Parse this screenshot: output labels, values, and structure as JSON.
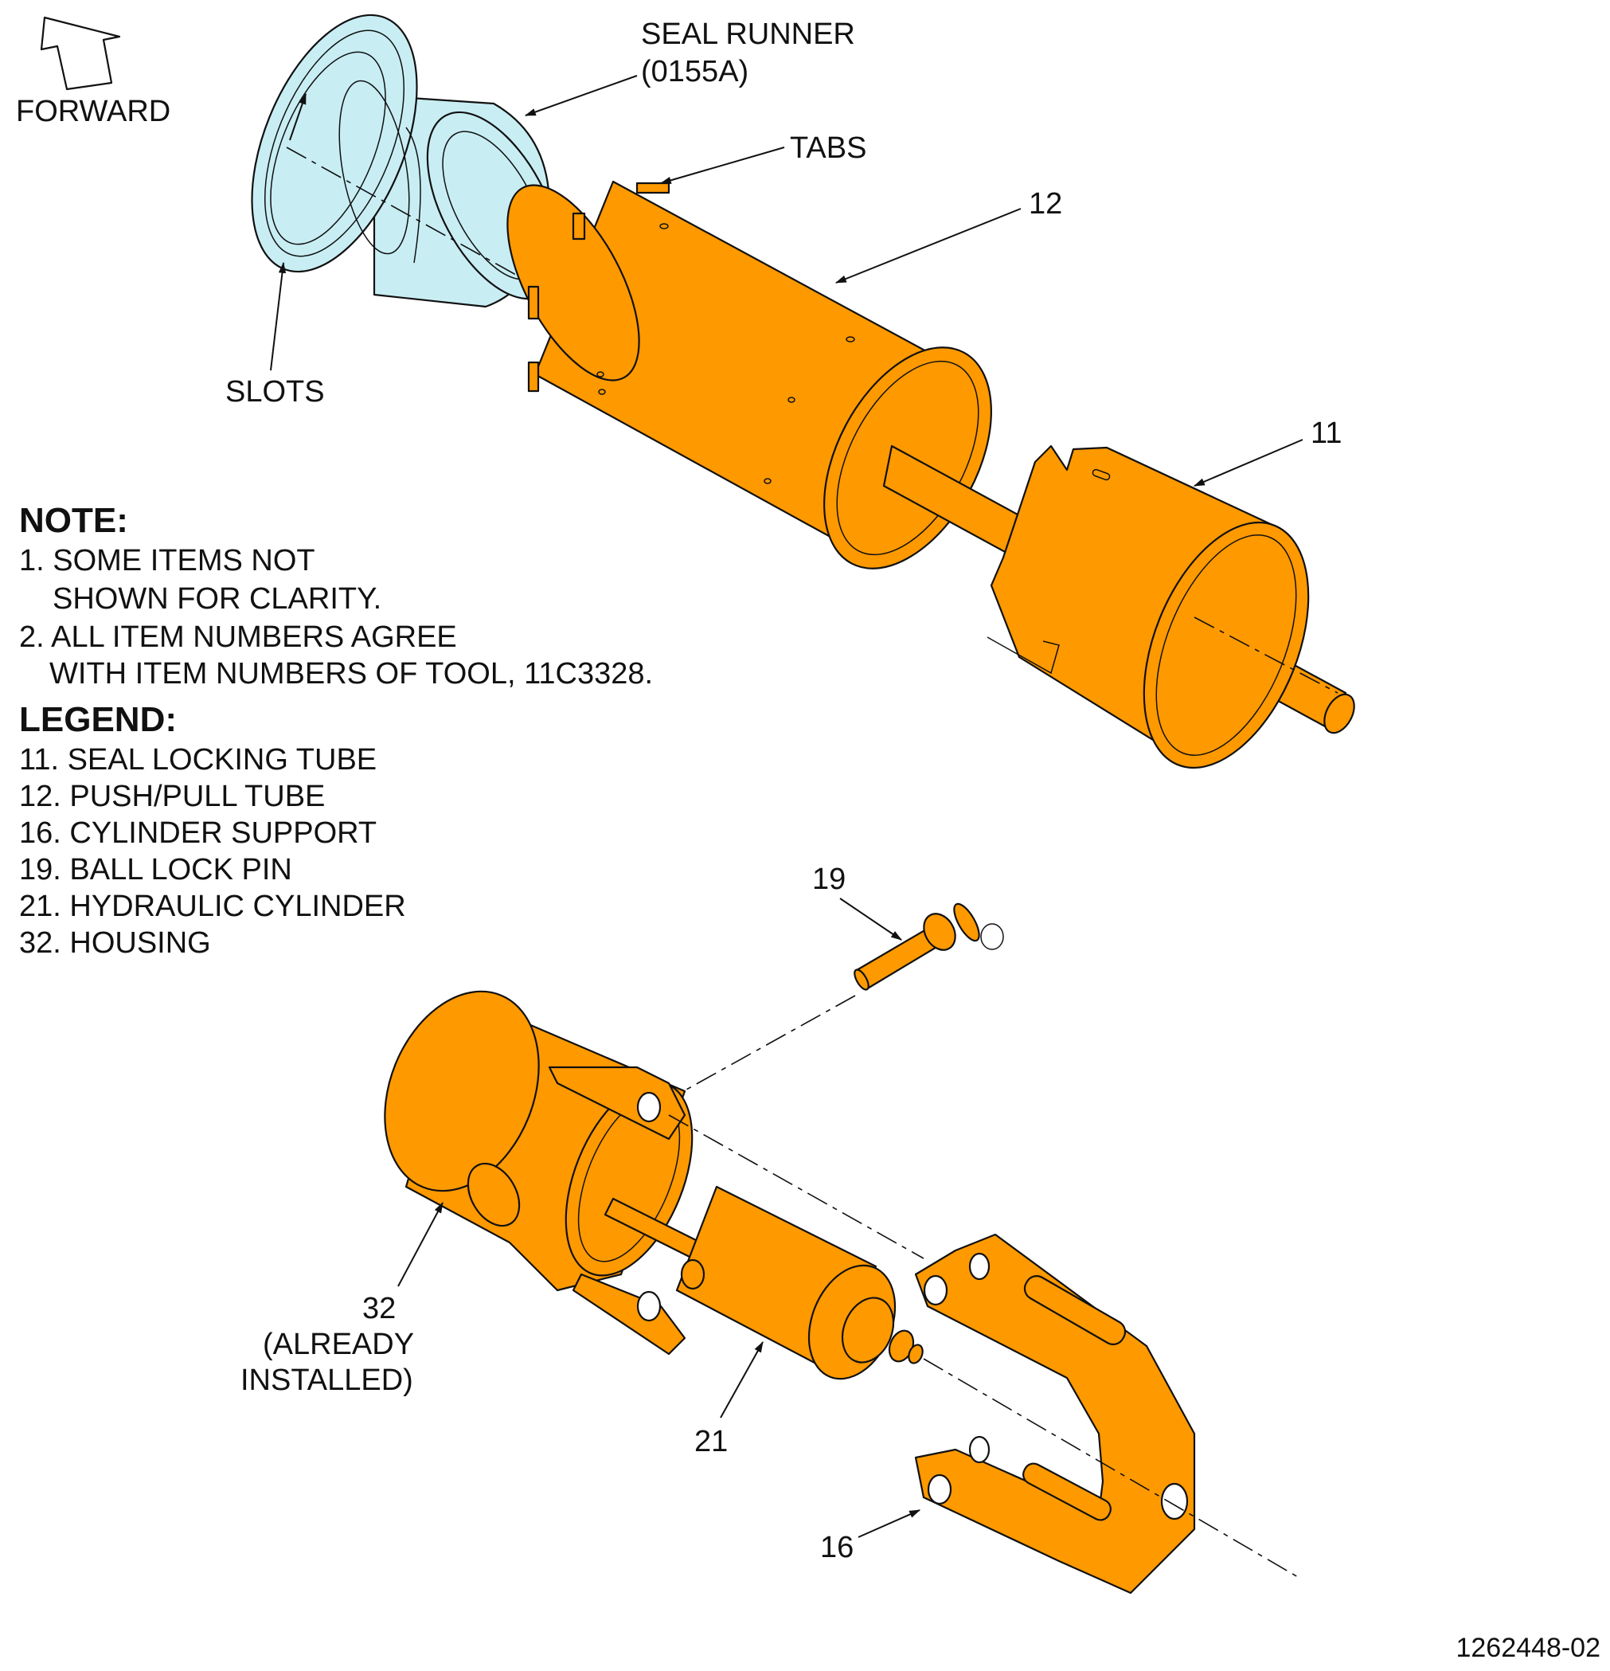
{
  "colors": {
    "part": "#ff9900",
    "seal_runner": "#c8eef4",
    "line": "#111111"
  },
  "forward_label": "FORWARD",
  "callouts": {
    "seal_runner": [
      "SEAL RUNNER",
      "(0155A)"
    ],
    "tabs": "TABS",
    "slots": "SLOTS",
    "item_12": "12",
    "item_11": "11",
    "item_19": "19",
    "item_32": [
      "32",
      "(ALREADY",
      "INSTALLED)"
    ],
    "item_21": "21",
    "item_16": "16"
  },
  "note": {
    "heading": "NOTE:",
    "lines": [
      "1. SOME ITEMS NOT",
      "SHOWN FOR CLARITY.",
      "2. ALL ITEM NUMBERS AGREE",
      "WITH ITEM NUMBERS OF TOOL, 11C3328."
    ]
  },
  "legend": {
    "heading": "LEGEND:",
    "items": [
      "11. SEAL LOCKING TUBE",
      "12. PUSH/PULL TUBE",
      "16. CYLINDER SUPPORT",
      "19. BALL LOCK PIN",
      "21. HYDRAULIC CYLINDER",
      "32. HOUSING"
    ]
  },
  "figure_id": "1262448-02"
}
